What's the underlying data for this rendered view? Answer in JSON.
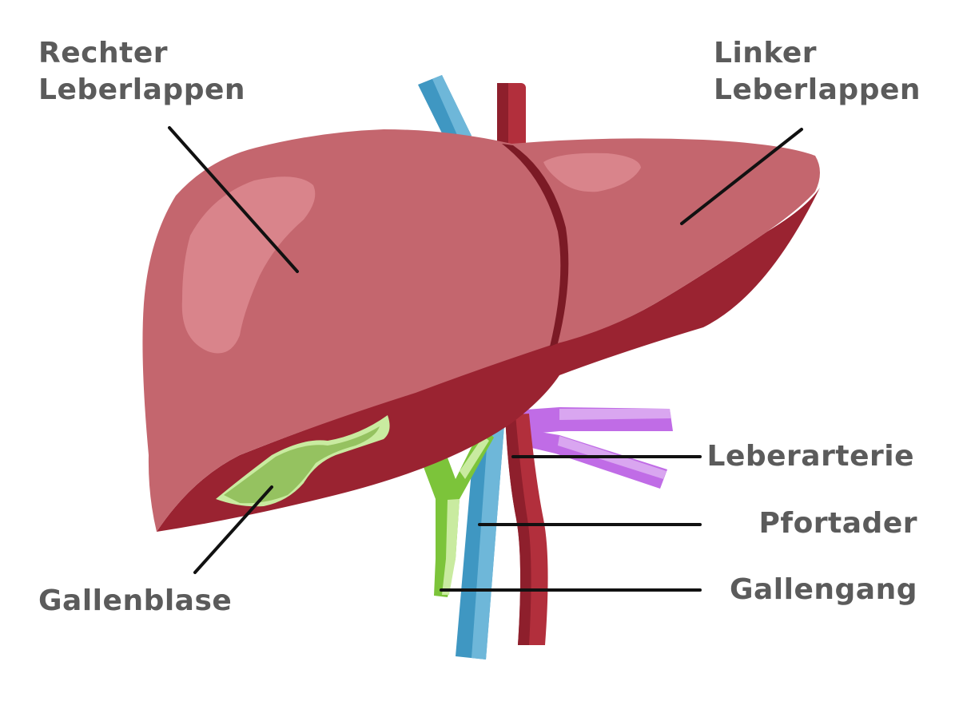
{
  "labels": {
    "right_lobe": {
      "line1": "Rechter",
      "line2": "Leberlappen"
    },
    "left_lobe": {
      "line1": "Linker",
      "line2": "Leberlappen"
    },
    "hepatic_artery": "Leberarterie",
    "portal_vein": "Pfortader",
    "bile_duct": "Gallengang",
    "gallbladder": "Gallenblase"
  },
  "colors": {
    "liver": "#c4666e",
    "liver_shadow": "#9a2331",
    "liver_highlight": "#d9848b",
    "lobe_divider": "#7b1a25",
    "portal_vein": "#3f97c2",
    "portal_vein_light": "#6eb7d9",
    "artery": "#b22f3c",
    "artery_dark": "#8e1f2c",
    "purple_vessel": "#c06ce6",
    "purple_vessel_light": "#d9a6f0",
    "gallbladder": "#95c260",
    "gallbladder_light": "#c9eba0",
    "bile_duct": "#7cc43a",
    "leader_line": "#111111",
    "label_text": "#5b5b5b"
  }
}
